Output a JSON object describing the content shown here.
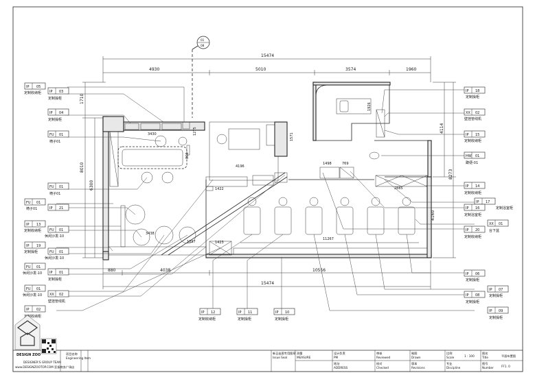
{
  "dimensions": {
    "top_total": "15474",
    "top_segments": [
      "4930",
      "5010",
      "3574",
      "1960"
    ],
    "bottom_total": "15474",
    "bottom_segments": [
      "880",
      "4038",
      "10556"
    ],
    "left": [
      "1710",
      "8010",
      "6300"
    ],
    "right": [
      "4114",
      "8273",
      "4160"
    ],
    "interior": [
      "3430",
      "1275",
      "860",
      "1571",
      "4196",
      "1422",
      "1498",
      "769",
      "1926",
      "2885",
      "11267",
      "3438",
      "1097",
      "1423"
    ]
  },
  "section_marker": {
    "line1": "01",
    "line2": "08"
  },
  "left_tags": [
    {
      "code": "IP",
      "num": "05",
      "label": "定制收纳柜"
    },
    {
      "code": "IP",
      "num": "03",
      "label": "定制操柜"
    },
    {
      "code": "IP",
      "num": "04",
      "label": "定制操柜"
    },
    {
      "code": "FU",
      "num": "01",
      "label": "椅子01"
    },
    {
      "code": "FU",
      "num": "01",
      "label": "椅子01"
    },
    {
      "code": "FU",
      "num": "01",
      "label": "椅子01"
    },
    {
      "code": "IP",
      "num": "21",
      "label": "定制收纳柜"
    },
    {
      "code": "IP",
      "num": "13",
      "label": "定制收纳柜"
    },
    {
      "code": "FU",
      "num": "01",
      "label": "休闲沙发-10"
    },
    {
      "code": "IP",
      "num": "19",
      "label": "定制操柜"
    },
    {
      "code": "FU",
      "num": "01",
      "label": "休闲沙发-10"
    },
    {
      "code": "FU",
      "num": "01",
      "label": "休闲沙发-10"
    },
    {
      "code": "IP",
      "num": "01",
      "label": "定制操柜"
    },
    {
      "code": "FU",
      "num": "01",
      "label": "休闲沙发-10"
    },
    {
      "code": "XX",
      "num": "02",
      "label": "壁挂管线机"
    },
    {
      "code": "IP",
      "num": "02",
      "label": "定制收纳柜"
    }
  ],
  "right_tags": [
    {
      "code": "IP",
      "num": "18",
      "label": "定制操柜"
    },
    {
      "code": "XX",
      "num": "02",
      "label": "壁挂管线机"
    },
    {
      "code": "IP",
      "num": "15",
      "label": "定制收纳柜"
    },
    {
      "code": "HW",
      "num": "01",
      "label": "蹲便-01"
    },
    {
      "code": "IP",
      "num": "14",
      "label": "定制收纳柜"
    },
    {
      "code": "IP",
      "num": "17",
      "label": "定制浴室柜"
    },
    {
      "code": "IP",
      "num": "16",
      "label": "定制浴室柜"
    },
    {
      "code": "XX",
      "num": "01",
      "label": "台下盆"
    },
    {
      "code": "IP",
      "num": "20",
      "label": "定制收纳柜"
    },
    {
      "code": "IP",
      "num": "06",
      "label": "定制操柜"
    },
    {
      "code": "IP",
      "num": "07",
      "label": "定制操柜"
    },
    {
      "code": "IP",
      "num": "08",
      "label": "定制操柜"
    },
    {
      "code": "IP",
      "num": "09",
      "label": "定制操柜"
    }
  ],
  "bottom_tags": [
    {
      "code": "IP",
      "num": "12",
      "label": "定制收纳柜"
    },
    {
      "code": "IP",
      "num": "11",
      "label": "定制操柜"
    },
    {
      "code": "IP",
      "num": "10",
      "label": "定制操柜"
    }
  ],
  "title_block": {
    "project_cn": "项目名称",
    "project_en": "Engineering Item",
    "designer_en": "DESIGNER'S GROUP TEAM",
    "site": "www.DESIGNZOOTOP.COM 亚振商务广场店",
    "issue_cn": "新日出图专用图章",
    "issue_en": "Issue Seal",
    "measure_cn": "测量",
    "measure_en": "MEASURE",
    "pm_cn": "设计负责",
    "pm_en": "PM",
    "address_cn": "地址",
    "address_en": "ADDRESS",
    "reviewed_cn": "审核",
    "reviewed_en": "Reviewed",
    "checked_cn": "校对",
    "checked_en": "Checked",
    "drawn_cn": "制图",
    "drawn_en": "Drawn",
    "revisions_cn": "版本",
    "revisions_en": "Revisions",
    "scale_cn": "比例",
    "scale_en": "Scale",
    "scale_value": "1 : 100",
    "discipline_cn": "专业",
    "discipline_en": "Discipline",
    "title_cn": "图名",
    "title_en": "Title",
    "title_value": "平面布置图",
    "number_cn": "图号",
    "number_en": "Number",
    "number_value": "FF1. 0",
    "logo_text": "DESIGN ZOO"
  }
}
